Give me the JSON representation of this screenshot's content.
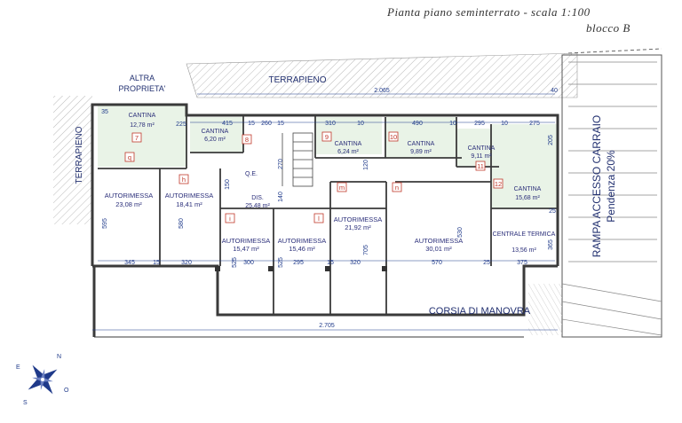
{
  "title_line1": "Pianta piano seminterrato - scala 1:100",
  "title_line2": "blocco B",
  "areas": {
    "terrapieno_top": "TERRAPIENO",
    "terrapieno_left": "TERRAPIENO",
    "altra_line1": "ALTRA",
    "altra_line2": "PROPRIETA'",
    "rampa_line1": "RAMPA ACCESSO CARRAIO",
    "rampa_line2": "Pendenza 20%",
    "corsia": "CORSIA DI MANOVRA"
  },
  "rooms": [
    {
      "name": "CANTINA",
      "area": "12,78 m²"
    },
    {
      "name": "CANTINA",
      "area": "6,20 m²"
    },
    {
      "name": "CANTINA",
      "area": "6,24 m²"
    },
    {
      "name": "CANTINA",
      "area": "9,89 m²"
    },
    {
      "name": "CANTINA",
      "area": "9,11 m²"
    },
    {
      "name": "CANTINA",
      "area": "15,68 m²"
    },
    {
      "name": "AUTORIMESSA",
      "area": "23,08 m²"
    },
    {
      "name": "AUTORIMESSA",
      "area": "18,41 m²"
    },
    {
      "name": "DIS.",
      "area": "25,48 m²"
    },
    {
      "name": "AUTORIMESSA",
      "area": "15,47 m²"
    },
    {
      "name": "AUTORIMESSA",
      "area": "15,46 m²"
    },
    {
      "name": "AUTORIMESSA",
      "area": "21,92 m²"
    },
    {
      "name": "AUTORIMESSA",
      "area": "30,01 m²"
    },
    {
      "name": "CENTRALE TERMICA",
      "area": "13,56 m²"
    }
  ],
  "qe_label": "Q.E.",
  "markers": [
    "7",
    "8",
    "9",
    "10",
    "11",
    "12",
    "q",
    "h",
    "i",
    "l",
    "m",
    "n"
  ],
  "overall_dims": [
    "2.065",
    "2.705"
  ],
  "dims": [
    "35",
    "415",
    "15",
    "260",
    "15",
    "310",
    "10",
    "490",
    "10",
    "295",
    "10",
    "275",
    "40",
    "345",
    "15",
    "320",
    "300",
    "295",
    "15",
    "320",
    "570",
    "25",
    "375",
    "595",
    "580",
    "525",
    "525",
    "705",
    "530",
    "365",
    "270",
    "140",
    "150",
    "120",
    "205",
    "225",
    "25"
  ],
  "compass": {
    "n": "N",
    "o": "O",
    "s": "S",
    "e": "E"
  },
  "colors": {
    "line": "#3a3a3a",
    "dim": "#1f3a8a",
    "room_text": "#2b2f7a",
    "cantina_fill": "#e9f3e7",
    "marker": "#c0392b"
  }
}
